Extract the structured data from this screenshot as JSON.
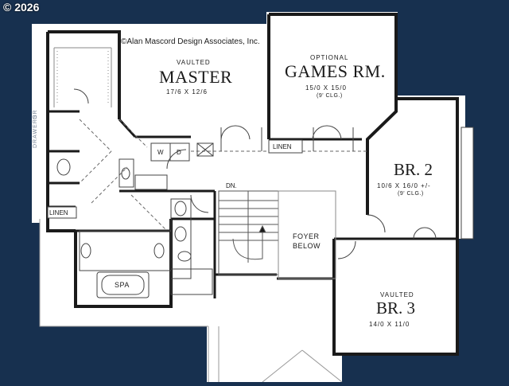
{
  "copyright_badge": "© 2026",
  "credit": "©Alan Mascord Design Associates, Inc.",
  "rooms": {
    "master": {
      "sub": "VAULTED",
      "name": "MASTER",
      "dims": "17/6 X 12/6"
    },
    "games": {
      "sub": "OPTIONAL",
      "name": "GAMES RM.",
      "dims": "15/0 X 15/0",
      "ceiling": "(9' CLG.)"
    },
    "br2": {
      "name": "BR. 2",
      "dims": "10/6 X 16/0 +/-",
      "ceiling": "(9' CLG.)"
    },
    "br3": {
      "sub": "VAULTED",
      "name": "BR. 3",
      "dims": "14/0 X 11/0"
    },
    "foyer": {
      "line1": "FOYER",
      "line2": "BELOW"
    },
    "spa": "SPA",
    "linen_upper": "LINEN",
    "linen_left": "LINEN",
    "dn": "DN.",
    "washer": "W",
    "dryer": "D",
    "drawers": "DRAWERS",
    "vertical_note": "OR"
  },
  "colors": {
    "background": "#17304f",
    "paper": "#ffffff",
    "wall": "#1a1a1a"
  }
}
